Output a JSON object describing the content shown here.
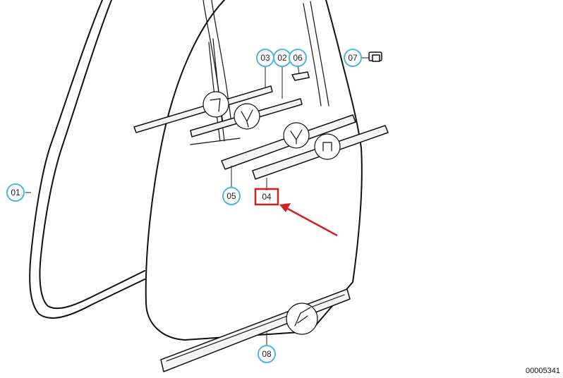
{
  "callouts": {
    "c01": "01",
    "c02": "02",
    "c03": "03",
    "c04": "04",
    "c05": "05",
    "c06": "06",
    "c07": "07",
    "c08": "08"
  },
  "document_number": "00005341",
  "colors": {
    "callout_outline": "#4fb6e3",
    "highlight": "#d62020",
    "line": "#111111"
  }
}
